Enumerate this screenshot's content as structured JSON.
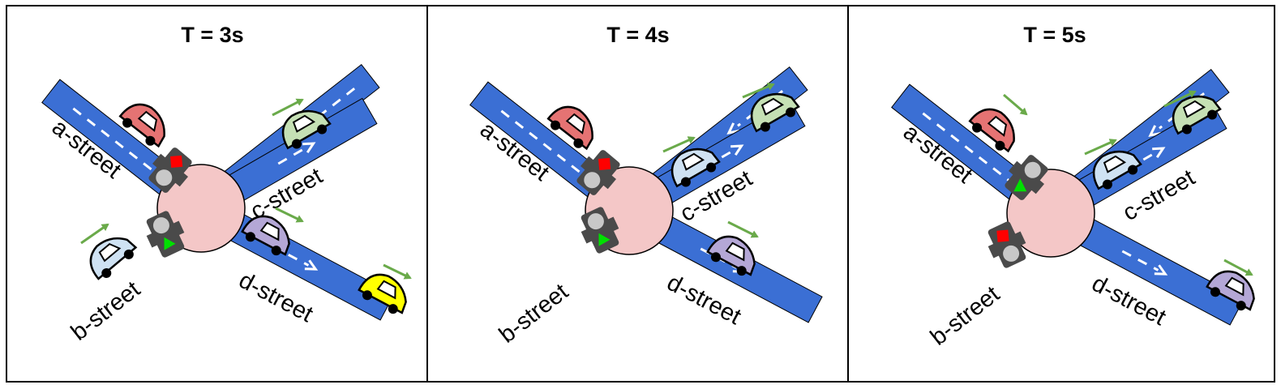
{
  "colors": {
    "road": "#3b6fd4",
    "circle": "#f4c7c7",
    "light_housing": "#4a4a4a",
    "light_off": "#c8c8c8",
    "red_signal": "#ff0000",
    "green_signal": "#00e000",
    "motion_arrow": "#6aaa4a",
    "lane_arrow": "#ffffff"
  },
  "streets": {
    "a": "a-street",
    "b": "b-street",
    "c": "c-street",
    "d": "d-street"
  },
  "panels": [
    {
      "title": "T = 3s",
      "light_a": "red",
      "light_b": "green",
      "cars": [
        {
          "color": "#e57373",
          "road": "a",
          "icon": "car-icon"
        },
        {
          "color": "#c5e0b4",
          "road": "c",
          "icon": "car-icon"
        },
        {
          "color": "#cfe2f3",
          "road": "b",
          "icon": "car-icon"
        },
        {
          "color": "#b4a7d6",
          "road": "d",
          "icon": "car-icon"
        },
        {
          "color": "#ffff00",
          "road": "d",
          "icon": "car-icon"
        }
      ]
    },
    {
      "title": "T = 4s",
      "light_a": "red",
      "light_b": "green",
      "cars": [
        {
          "color": "#e57373",
          "road": "a",
          "icon": "car-icon"
        },
        {
          "color": "#c5e0b4",
          "road": "c",
          "icon": "car-icon"
        },
        {
          "color": "#cfe2f3",
          "road": "c",
          "icon": "car-icon"
        },
        {
          "color": "#b4a7d6",
          "road": "d",
          "icon": "car-icon"
        }
      ]
    },
    {
      "title": "T = 5s",
      "light_a": "green",
      "light_b": "red",
      "cars": [
        {
          "color": "#e57373",
          "road": "a",
          "icon": "car-icon"
        },
        {
          "color": "#c5e0b4",
          "road": "c",
          "icon": "car-icon"
        },
        {
          "color": "#cfe2f3",
          "road": "c",
          "icon": "car-icon"
        },
        {
          "color": "#b4a7d6",
          "road": "d",
          "icon": "car-icon"
        }
      ]
    }
  ]
}
